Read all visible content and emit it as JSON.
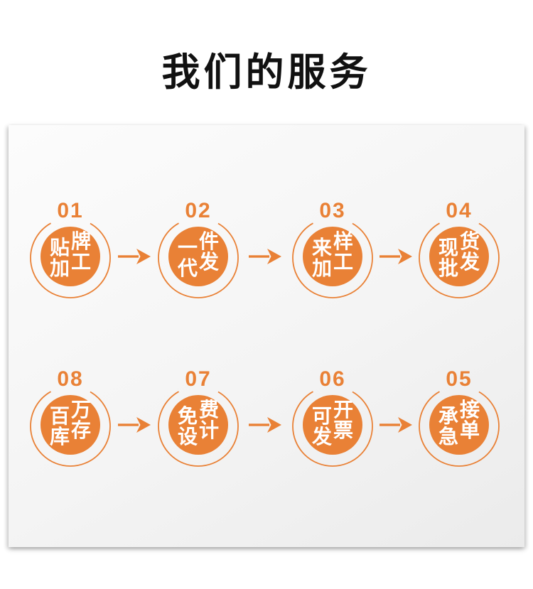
{
  "title": "我们的服务",
  "colors": {
    "accent": "#E98136",
    "title": "#111111",
    "circle_text": "#FFFFFF",
    "panel_top": "#FCFCFC",
    "panel_bottom": "#EBEBEB",
    "page_bg": "#FFFFFF"
  },
  "icons": {
    "arrow_right": "→"
  },
  "rows": [
    {
      "items": [
        {
          "number": "01",
          "label": "贴牌加工",
          "chars": [
            "贴",
            "牌",
            "加",
            "工"
          ]
        },
        {
          "number": "02",
          "label": "一件代发",
          "chars": [
            "一",
            "件",
            "代",
            "发"
          ]
        },
        {
          "number": "03",
          "label": "来样加工",
          "chars": [
            "来",
            "样",
            "加",
            "工"
          ]
        },
        {
          "number": "04",
          "label": "现货批发",
          "chars": [
            "现",
            "货",
            "批",
            "发"
          ]
        }
      ]
    },
    {
      "items": [
        {
          "number": "08",
          "label": "百万库存",
          "chars": [
            "百",
            "万",
            "库",
            "存"
          ]
        },
        {
          "number": "07",
          "label": "免费设计",
          "chars": [
            "免",
            "费",
            "设",
            "计"
          ]
        },
        {
          "number": "06",
          "label": "可开发票",
          "chars": [
            "可",
            "开",
            "发",
            "票"
          ]
        },
        {
          "number": "05",
          "label": "承接急单",
          "chars": [
            "承",
            "接",
            "急",
            "单"
          ]
        }
      ]
    }
  ]
}
